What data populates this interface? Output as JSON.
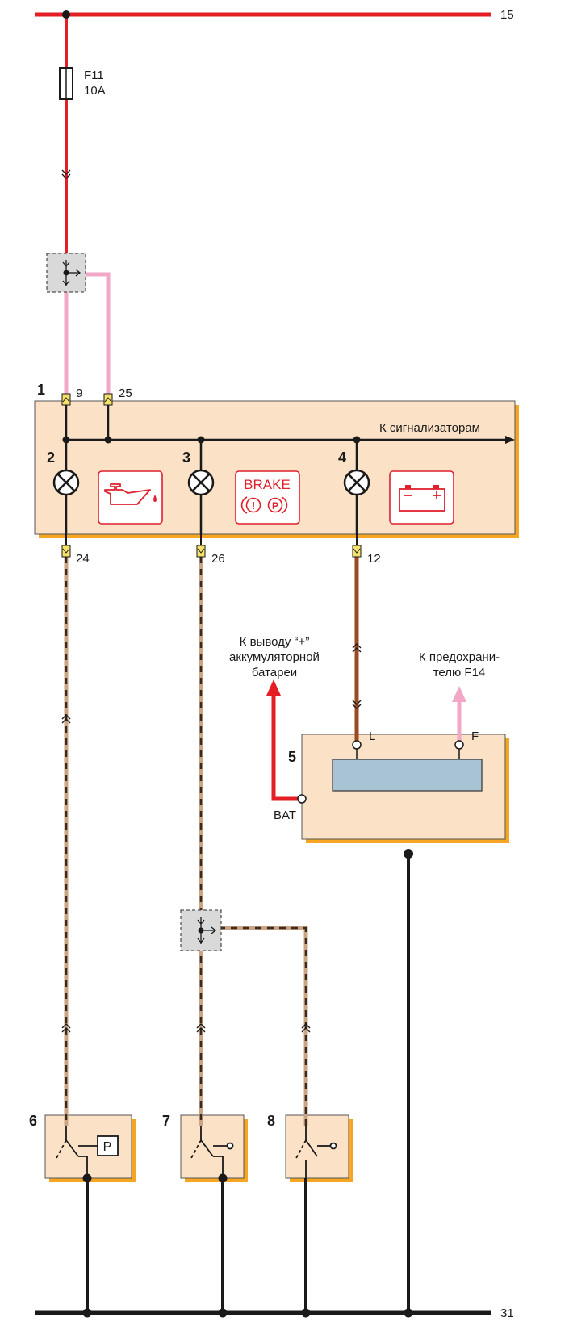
{
  "rails": {
    "terminal_15": "15",
    "terminal_31": "31"
  },
  "fuse": {
    "name": "F11",
    "rating": "10A"
  },
  "components": {
    "cluster": "1",
    "lamp_oil": "2",
    "lamp_brake": "3",
    "lamp_charge": "4",
    "generator": "5",
    "switch_oil": "6",
    "switch_handbrake": "7",
    "switch_brake_fluid": "8"
  },
  "pins": {
    "p9": "9",
    "p25": "25",
    "p24": "24",
    "p26": "26",
    "p12": "12",
    "gen_l": "L",
    "gen_f": "F",
    "gen_bat": "BAT"
  },
  "texts": {
    "to_indicators": "К сигнализаторам",
    "brake_word": "BRAKE",
    "brake_excl": "!",
    "brake_p": "P",
    "switch_p": "P",
    "battery_note": [
      "К выводу “+”",
      "аккумуляторной",
      "батареи"
    ],
    "fuse_note": [
      "К предохрани-",
      "телю F14"
    ]
  },
  "colors": {
    "red_wire": "#e31e24",
    "pink_wire": "#f2a7c6",
    "brown_wire": "#9c4a22",
    "black_wire": "#1a1a1a",
    "stripe_base": "#c9a583",
    "block_fill": "#fbe1c6",
    "block_shadow": "#f6a623",
    "connector": "#f5e26b",
    "generator_inner": "#a8c4d4",
    "splice_fill": "#d9d9d9",
    "icon_red": "#e0202c"
  }
}
